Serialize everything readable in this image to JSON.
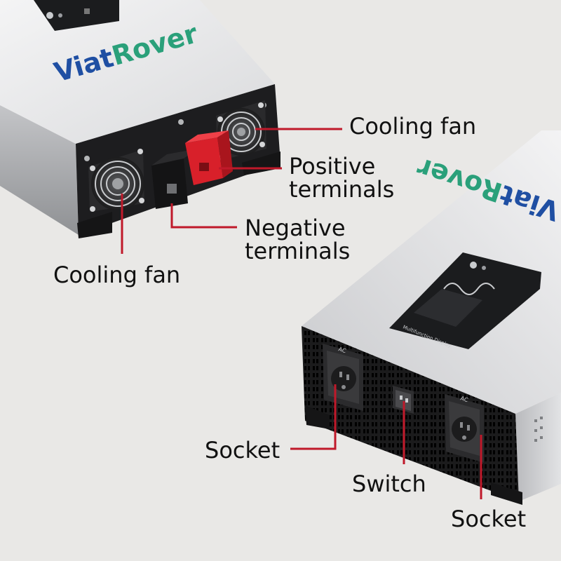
{
  "brand": {
    "name": "ViatRover"
  },
  "display_panel": {
    "caption": "Multifunction Display"
  },
  "socket_panel": {
    "tag": "AC"
  },
  "colors": {
    "background": "#e9e8e6",
    "callout_line": "#c0192a",
    "brand_blue": "#1f4fa3",
    "brand_green": "#2aa07a",
    "positive_terminal": "#d8202a",
    "negative_terminal": "#1a1a1a",
    "housing": "#c9cacc",
    "end_plate": "#1b1b1c"
  },
  "callouts": {
    "cooling_fan_right": "Cooling fan",
    "positive_terminals": {
      "line1": "Positive",
      "line2": "terminals"
    },
    "negative_terminals": {
      "line1": "Negative",
      "line2": "terminals"
    },
    "cooling_fan_left": "Cooling fan",
    "socket_left": "Socket",
    "switch": "Switch",
    "socket_right": "Socket"
  }
}
